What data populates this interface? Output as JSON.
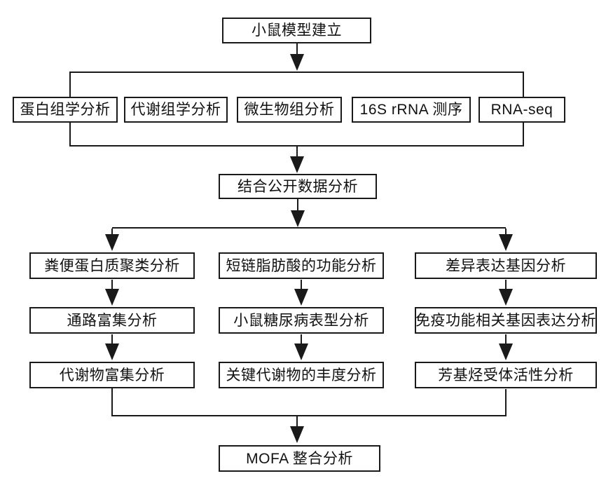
{
  "diagram": {
    "type": "flowchart",
    "background_color": "#ffffff",
    "line_color": "#1a1a1a",
    "box_fill": "#ffffff",
    "nodes": {
      "top": {
        "label": "小鼠模型建立"
      },
      "row2": [
        "蛋白组学分析",
        "代谢组学分析",
        "微生物组分析",
        "16S rRNA 测序",
        "RNA-seq"
      ],
      "combine": {
        "label": "结合公开数据分析"
      },
      "columns": [
        {
          "steps": [
            "粪便蛋白质聚类分析",
            "通路富集分析",
            "代谢物富集分析"
          ]
        },
        {
          "steps": [
            "短链脂肪酸的功能分析",
            "小鼠糖尿病表型分析",
            "关键代谢物的丰度分析"
          ]
        },
        {
          "steps": [
            "差异表达基因分析",
            "免疫功能相关基因表达分析",
            "芳基烃受体活性分析"
          ]
        }
      ],
      "final": {
        "label": "MOFA 整合分析"
      }
    },
    "edges": [
      "小鼠模型建立 -> [蛋白组学分析, 代谢组学分析, 微生物组分析, 16S rRNA 测序, RNA-seq]",
      "[蛋白组学分析 ... RNA-seq] -> 结合公开数据分析",
      "结合公开数据分析 -> [粪便蛋白质聚类分析, 差异表达基因分析]",
      "粪便蛋白质聚类分析 -> 通路富集分析 -> 代谢物富集分析",
      "短链脂肪酸的功能分析 -> 小鼠糖尿病表型分析 -> 关键代谢物的丰度分析",
      "差异表达基因分析 -> 免疫功能相关基因表达分析 -> 芳基烃受体活性分析",
      "[代谢物富集分析, 芳基烃受体活性分析] -> MOFA 整合分析"
    ]
  }
}
